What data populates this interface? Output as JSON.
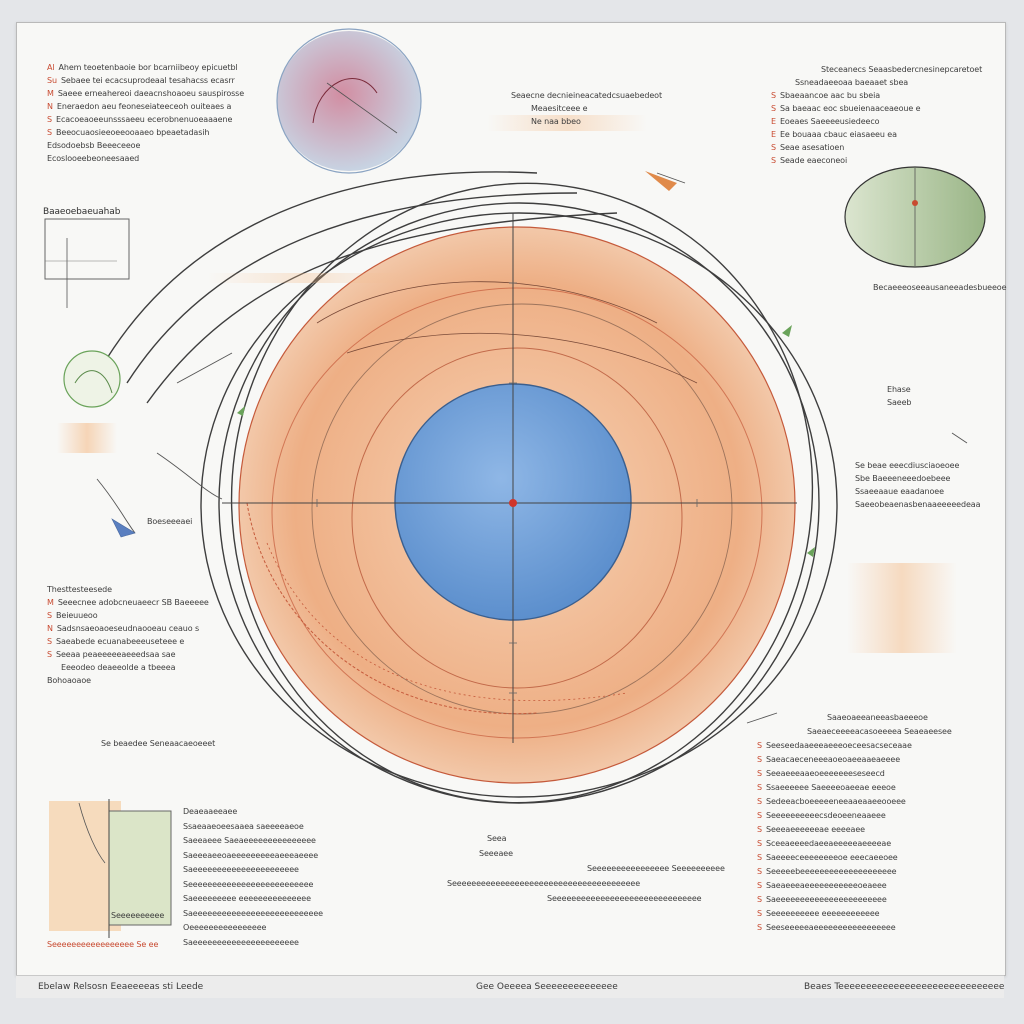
{
  "labels": {
    "tl": [
      "Ahem teoetenbaoie bor bcarniibeoy epicuetbl",
      "Sebaee tei ecacsuprodeaal tesahacss ecasrr",
      "Saeee erneahereoi daeacnshoaoeu sauspirosse",
      "Eneraedon aeu feoneseiateeceoh ouiteaes a",
      "Ecacoeaoeeunsssaeeu ecerobnenuoeaaaene",
      "Beeocuaosieeoeeooaaeo bpeaetadasih",
      "Edsodoebsb Beeeceeoe",
      "Ecoslooeebeoneesaaed"
    ],
    "topc": [
      "Seaecne decnieineacatedcsuaebedeot",
      "Meaesitceee e",
      "Ne naa bbeo"
    ],
    "tr": [
      "Steceanecs Seaasbedercnesinepcaretoet",
      "Ssneadaeeoaa baeaaet sbea",
      "Sbaeaancoe aac bu sbeia",
      "Sa baeaac eoc sbueienaaceaeoue e",
      "Eoeaes Saeeeeusiedeeco",
      "Ee bouaaa cbauc eiasaeeu ea",
      "Seae asesatioen",
      "Seade eaeconeoi"
    ],
    "rightEq": "Becaeeeoseeausaneeadesbueeoe",
    "inset1": "Baaeoebaeuahab",
    "left1": "Boeseeeaei",
    "midL1": [
      "Thesttesteesede",
      "Seeecnee adobcneuaeecr SB Baeeeee",
      "Beieuueoo",
      "Sadsnsaeoaoeseudnaooeau ceauo s",
      "Saeabede ecuanabeeeuseteee e",
      "Seeaa peaeeeeeaeeedsaa sae",
      "Eeeodeo deaeeolde a tbeeea",
      "Bohoaoaoe"
    ],
    "leftMid2": "Se beaedee Seneaacaeoeeet",
    "r1": [
      "Ehase",
      "Saeeb"
    ],
    "r2": [
      "Se beae eeecdiusciaoeoee",
      "Sbe Baeeeneeedoebeee",
      "Ssaeeaaue eaadanoee",
      "Saeeobeaenasbenaaeeeeedeaa"
    ],
    "br": [
      "Saaeoaeeaneeasbaeeeoe",
      "Saeaeceeeeacasoeeeea Seaeaeesee",
      "Seeseedaaeeeaeeeoeceesacseceaae",
      "Saeacaeceneeeaoeoaeeaaeaeeee",
      "Seeaeeeaaeoeeeeeeeseseecd",
      "Ssaeeeeee Saeeeeoaeeae eeeoe",
      "Sedeeacboeeeeeneeaaeaaeeooeee",
      "Seeeeeeeeeecsdeoeeneaaeee",
      "Seeeaeeeeeeae eeeeaee",
      "Sceeaeeeedaeeaeeeeeaeeeeae",
      "Saeeeeceeeeeeeeoe eeecaeeoee",
      "Seeeeebeeeeeeeeeeeeeeeeeeee",
      "Saeaeeeaeeeeeeeeeeeoeaeee",
      "Saeeeeeeeeeeeeeeeeeeeeeee",
      "Seeeeeeeeee eeeeeeeeeeee",
      "Seeseeeeeaeeeeeeeeeeeeeeeee"
    ],
    "bl": [
      "Deaeaaeeaee",
      "Ssaeaaeoeesaaea saeeeeaeoe",
      "Saeeaeee Saeaeeeeeeeeeeeeeee",
      "Saeeeaeeoaeeeeeeeeeaeeeaeeee",
      "Saeeeeeeeeeeeeeeeeeeeeee",
      "Seeeeeeeeeeeeeeeeeeeeeeeeee",
      "Saeeeeeeeee eeeeeeeeeeeeeee",
      "Saeeeeeeeeeeeeeeeeeeeeeeeeeee",
      "Oeeeeeeeeeeeeeeee",
      "Saeeeeeeeeeeeeeeeeeeeeee"
    ],
    "bottomC": [
      "Seea",
      "Seeeaee",
      "Seeeeeeeeeeeeeeee Seeeeeeeeee",
      "Seeeeeeeeeeeeeeeeeeeeeeeeeeeeeeeeeeeeeee",
      "Seeeeeeeeeeeeeeeeeeeeeeeeeeeeeee"
    ],
    "blBox": "Seeeeeeeeee",
    "blBelow": "Seeeeeeeeeeeeeeeee Se ee"
  },
  "footer": {
    "left": "Ebelaw Relsosn Eeaeeeeas sti Leede",
    "center": "Gee Oeeeea Seeeeeeeeeeeeee",
    "right": "Beaes Teeeeeeeeeeeeeeeeeeeeeeeeeeeeee"
  },
  "colors": {
    "core": "#6f9fd6",
    "mantle": "#f0b489",
    "ring": "#c55a3b",
    "outline": "#4a4a4a",
    "inset_green": "#a9c48f",
    "accent_red": "#c84a30"
  }
}
